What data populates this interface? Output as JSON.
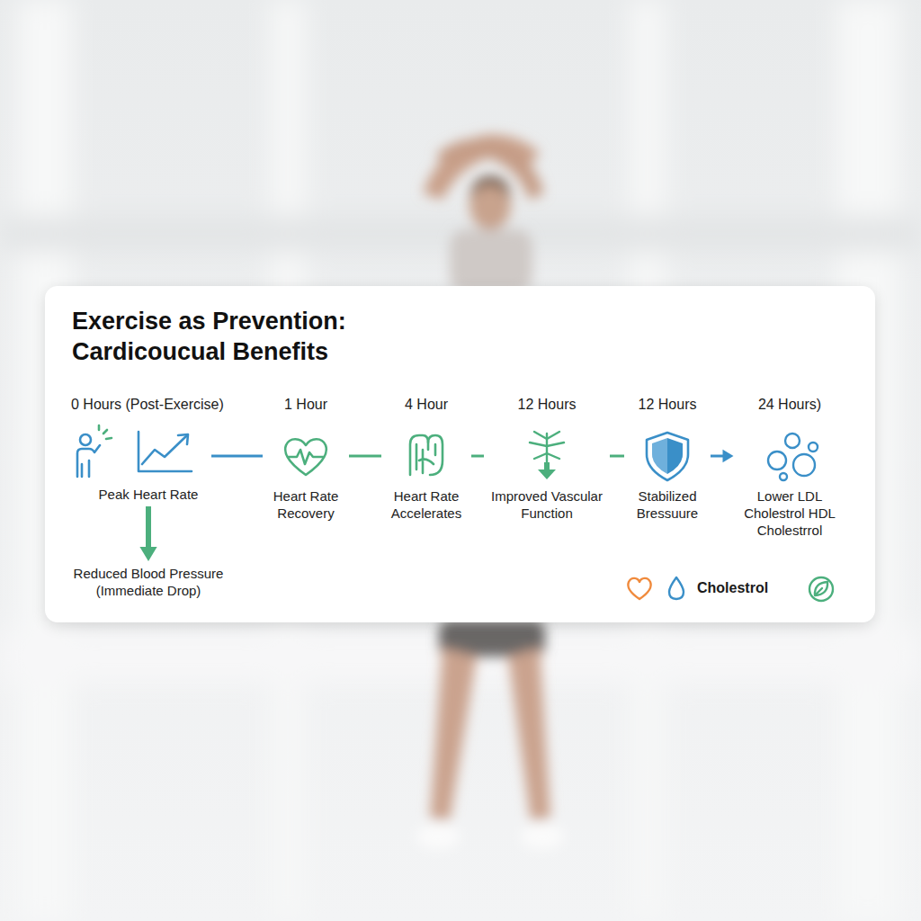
{
  "diagram": {
    "title": "Exercise as Prevention: Cardicoucual Benefits",
    "nodes": [
      {
        "text": [
          "0 Hours (Post-Exercise)",
          "Peak Heart Rate"
        ]
      },
      {
        "text": [
          "1 Hour",
          "Heart Rate Recovery"
        ]
      },
      {
        "text": [
          "4 Hour",
          "Heart Rate Accelerates"
        ]
      },
      {
        "text": [
          "12 Hours",
          "Improved Vascular Function"
        ]
      },
      {
        "text": [
          "12 Hours",
          "Stabilized Bressuure"
        ]
      },
      {
        "text": [
          "24 Hours)",
          "Lower LDL Cholestrol HDL Cholestrrol"
        ]
      },
      {
        "text": [
          "Reduced Blood Pressure (Immediate Drop)"
        ]
      }
    ],
    "edges": [
      {
        "from": 0,
        "to": 1,
        "arrow": "none"
      },
      {
        "from": 1,
        "to": 2,
        "arrow": "none"
      },
      {
        "from": 2,
        "to": 3,
        "arrow": "none"
      },
      {
        "from": 3,
        "to": 4,
        "arrow": "none"
      },
      {
        "from": 4,
        "to": 5,
        "arrow": "to"
      },
      {
        "from": 0,
        "to": 6,
        "arrow": "to"
      }
    ],
    "labels": [
      "Cholestrol"
    ]
  }
}
